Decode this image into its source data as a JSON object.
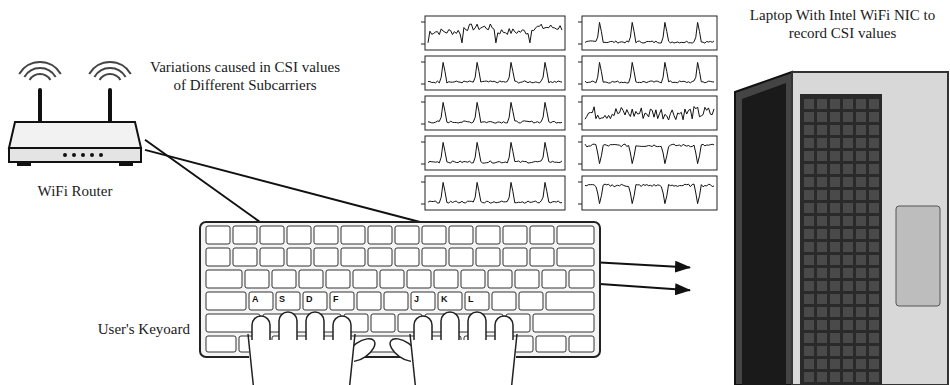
{
  "diagram": {
    "nodes": [
      {
        "text": [
          "WiFi Router"
        ]
      },
      {
        "text": [
          "User's Keyoard"
        ]
      },
      {
        "text": [
          "Laptop With Intel WiFi NIC to record CSI values"
        ]
      }
    ],
    "edges": [
      {
        "from": 0,
        "to": 1,
        "arrow": "none"
      },
      {
        "from": 0,
        "to": 1,
        "arrow": "none"
      },
      {
        "from": 1,
        "to": 2,
        "arrow": "to"
      },
      {
        "from": 1,
        "to": 2,
        "arrow": "to"
      }
    ],
    "labels": [
      "Variations caused in CSI values of Different Subcarriers",
      "A",
      "S",
      "D",
      "F",
      "J",
      "K",
      "L"
    ]
  }
}
